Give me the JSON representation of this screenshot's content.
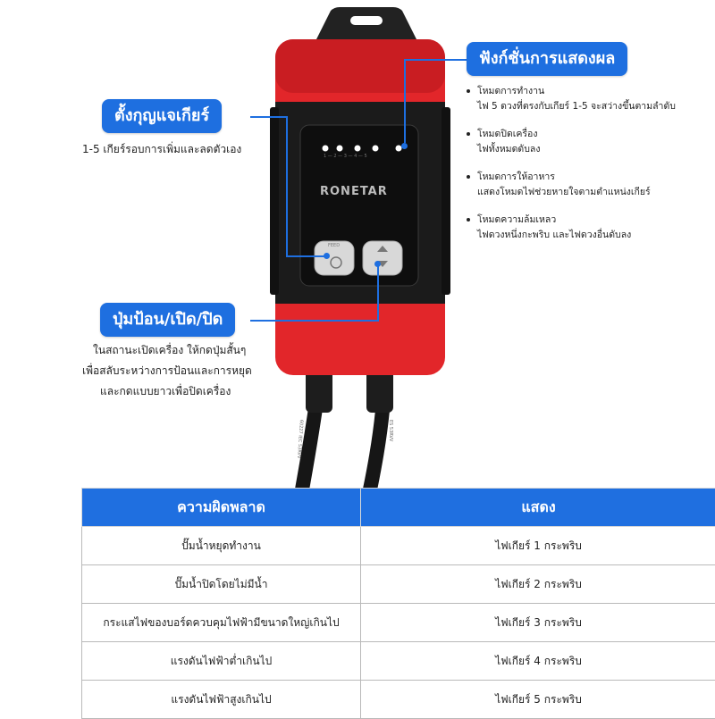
{
  "labels": {
    "gear_key": "ตั้งกุญแจเกียร์",
    "display_functions": "ฟังก์ชั่นการแสดงผล",
    "feed_power_button": "ปุ่มป้อน/เปิด/ปิด"
  },
  "gear_desc": "1-5 เกียร์รอบการเพิ่มและลดตัวเอง",
  "feed_desc": [
    "ในสถานะเปิดเครื่อง ให้กดปุ่มสั้นๆ",
    "เพื่อสลับระหว่างการป้อนและการหยุด",
    "และกดแบบยาวเพื่อปิดเครื่อง"
  ],
  "modes": [
    {
      "title": "โหมดการทำงาน",
      "desc": "ไฟ 5 ดวงที่ตรงกับเกียร์ 1-5 จะสว่างขึ้นตามลำดับ"
    },
    {
      "title": "โหมดปิดเครื่อง",
      "desc": "ไฟทั้งหมดดับลง"
    },
    {
      "title": "โหมดการให้อาหาร",
      "desc": "แสดงโหมดไฟช่วยหายใจตามตำแหน่งเกียร์"
    },
    {
      "title": "โหมดความล้มเหลว",
      "desc": "ไฟดวงหนึ่งกะพริบ และไฟดวงอื่นดับลง"
    }
  ],
  "device": {
    "brand": "RONETAR",
    "scale": "1 — 2 — 3 — 4 — 5",
    "feed_label": "FEED",
    "cable_text": "60227 IEC 53RVV",
    "cable_text2": "ES 53RVV"
  },
  "table": {
    "headers": [
      "ความผิดพลาด",
      "แสดง"
    ],
    "rows": [
      [
        "ปั๊มน้ำหยุดทำงาน",
        "ไฟเกียร์ 1 กระพริบ"
      ],
      [
        "ปั๊มน้ำปิดโดยไม่มีน้ำ",
        "ไฟเกียร์ 2 กระพริบ"
      ],
      [
        "กระแสไฟของบอร์ดควบคุมไฟฟ้ามีขนาดใหญ่เกินไป",
        "ไฟเกียร์ 3 กระพริบ"
      ],
      [
        "แรงดันไฟฟ้าต่ำเกินไป",
        "ไฟเกียร์ 4 กระพริบ"
      ],
      [
        "แรงดันไฟฟ้าสูงเกินไป",
        "ไฟเกียร์ 5 กระพริบ"
      ]
    ]
  },
  "colors": {
    "accent": "#1e6fe0",
    "device_red": "#e2262a",
    "device_black": "#1b1b1b"
  }
}
